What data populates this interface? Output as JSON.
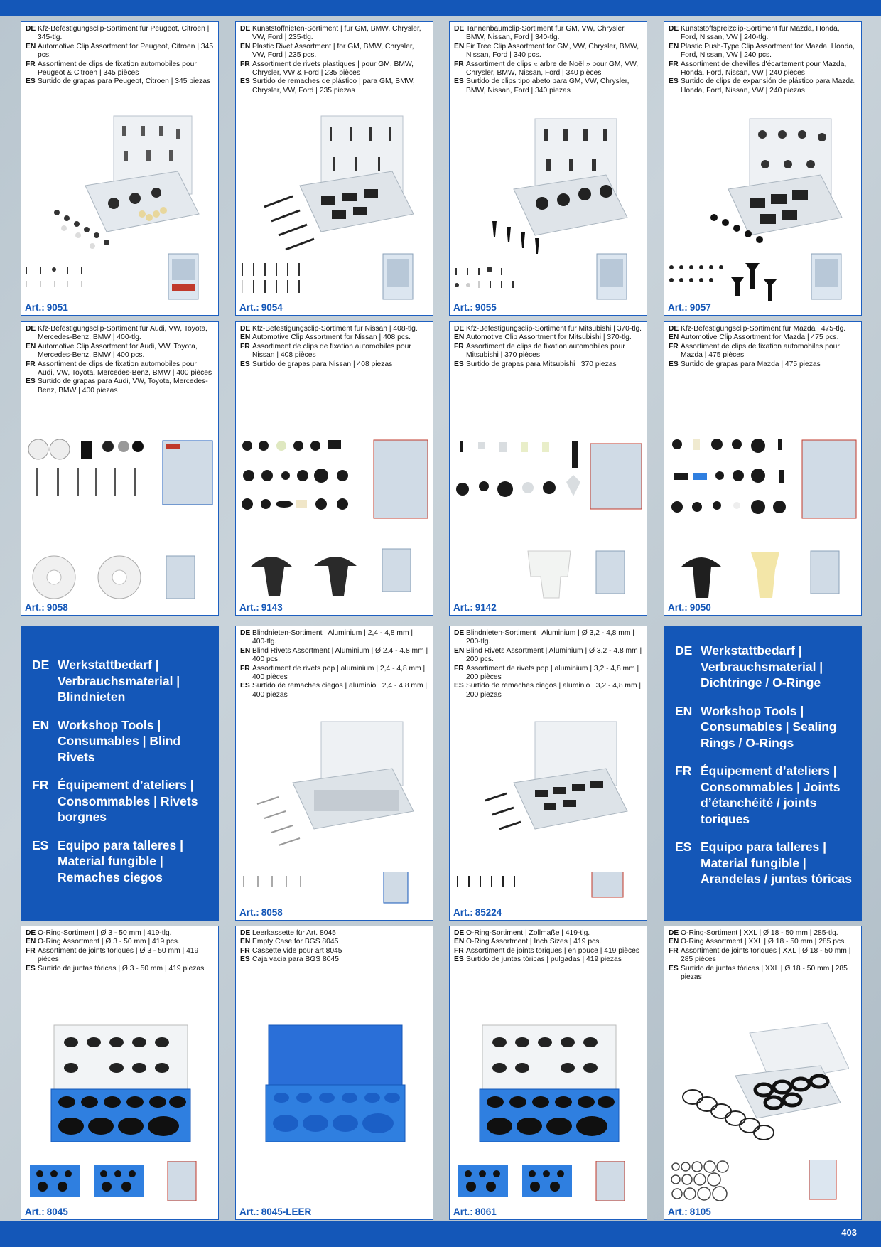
{
  "page_number": "403",
  "cards": [
    {
      "art_label": "Art.:",
      "art": "9051",
      "lines": [
        {
          "lang": "DE",
          "text": "Kfz-Befestigungsclip-Sortiment für Peugeot, Citroen | 345-tlg."
        },
        {
          "lang": "EN",
          "text": "Automotive Clip Assortment for Peugeot, Citroen | 345 pcs."
        },
        {
          "lang": "FR",
          "text": "Assortiment de clips de fixation automobiles pour Peugeot & Citroën | 345 pièces"
        },
        {
          "lang": "ES",
          "text": "Surtido de grapas para Peugeot, Citroen | 345 piezas"
        }
      ]
    },
    {
      "art_label": "Art.:",
      "art": "9054",
      "lines": [
        {
          "lang": "DE",
          "text": "Kunststoffnieten-Sortiment | für GM, BMW, Chrysler, VW, Ford | 235-tlg."
        },
        {
          "lang": "EN",
          "text": "Plastic Rivet Assortment | for GM, BMW, Chrysler, VW, Ford | 235 pcs."
        },
        {
          "lang": "FR",
          "text": "Assortiment de rivets plastiques | pour GM, BMW, Chrysler, VW & Ford | 235 pièces"
        },
        {
          "lang": "ES",
          "text": "Surtido de remaches de plástico | para GM, BMW, Chrysler, VW, Ford | 235 piezas"
        }
      ]
    },
    {
      "art_label": "Art.:",
      "art": "9055",
      "lines": [
        {
          "lang": "DE",
          "text": "Tannenbaumclip-Sortiment für GM, VW, Chrysler, BMW, Nissan, Ford | 340-tlg."
        },
        {
          "lang": "EN",
          "text": "Fir Tree Clip Assortment for GM, VW, Chrysler, BMW, Nissan, Ford | 340 pcs."
        },
        {
          "lang": "FR",
          "text": "Assortiment de clips « arbre de Noël » pour GM, VW, Chrysler, BMW, Nissan, Ford | 340 pièces"
        },
        {
          "lang": "ES",
          "text": "Surtido de clips tipo abeto para GM, VW, Chrysler, BMW, Nissan, Ford | 340 piezas"
        }
      ]
    },
    {
      "art_label": "Art.:",
      "art": "9057",
      "lines": [
        {
          "lang": "DE",
          "text": "Kunststoffspreizclip-Sortiment für Mazda, Honda, Ford, Nissan, VW | 240-tlg."
        },
        {
          "lang": "EN",
          "text": "Plastic Push-Type Clip Assortment for Mazda, Honda, Ford, Nissan, VW | 240 pcs."
        },
        {
          "lang": "FR",
          "text": "Assortiment de chevilles d'écartement pour Mazda, Honda, Ford, Nissan, VW | 240 pièces"
        },
        {
          "lang": "ES",
          "text": "Surtido de clips de expansión de plástico para Mazda, Honda, Ford, Nissan, VW | 240 piezas"
        }
      ]
    },
    {
      "art_label": "Art.:",
      "art": "9058",
      "lines": [
        {
          "lang": "DE",
          "text": "Kfz-Befestigungsclip-Sortiment für Audi, VW, Toyota, Mercedes-Benz, BMW | 400-tlg."
        },
        {
          "lang": "EN",
          "text": "Automotive Clip Assortment for Audi, VW, Toyota, Mercedes-Benz, BMW | 400 pcs."
        },
        {
          "lang": "FR",
          "text": "Assortiment de clips de fixation automobiles pour Audi, VW, Toyota, Mercedes-Benz, BMW | 400 pièces"
        },
        {
          "lang": "ES",
          "text": "Surtido de grapas para Audi, VW, Toyota, Mercedes-Benz, BMW | 400 piezas"
        }
      ]
    },
    {
      "art_label": "Art.:",
      "art": "9143",
      "lines": [
        {
          "lang": "DE",
          "text": "Kfz-Befestigungsclip-Sortiment für Nissan | 408-tlg."
        },
        {
          "lang": "EN",
          "text": "Automotive Clip Assortment for Nissan | 408 pcs."
        },
        {
          "lang": "FR",
          "text": "Assortiment de clips de fixation automobiles pour Nissan | 408 pièces"
        },
        {
          "lang": "ES",
          "text": "Surtido de grapas para Nissan | 408 piezas"
        }
      ]
    },
    {
      "art_label": "Art.:",
      "art": "9142",
      "lines": [
        {
          "lang": "DE",
          "text": "Kfz-Befestigungsclip-Sortiment für Mitsubishi | 370-tlg."
        },
        {
          "lang": "EN",
          "text": "Automotive Clip Assortment for Mitsubishi | 370-tlg."
        },
        {
          "lang": "FR",
          "text": "Assortiment de clips de fixation automobiles pour Mitsubishi | 370 pièces"
        },
        {
          "lang": "ES",
          "text": "Surtido de grapas para Mitsubishi | 370 piezas"
        }
      ]
    },
    {
      "art_label": "Art.:",
      "art": "9050",
      "lines": [
        {
          "lang": "DE",
          "text": "Kfz-Befestigungsclip-Sortiment für Mazda | 475-tlg."
        },
        {
          "lang": "EN",
          "text": "Automotive Clip Assortment for Mazda | 475 pcs."
        },
        {
          "lang": "FR",
          "text": "Assortiment de clips de fixation automobiles pour Mazda | 475 pièces"
        },
        {
          "lang": "ES",
          "text": "Surtido de grapas para Mazda | 475 piezas"
        }
      ]
    },
    {
      "art_label": "Art.:",
      "art": "8058",
      "lines": [
        {
          "lang": "DE",
          "text": "Blindnieten-Sortiment | Aluminium | 2,4 - 4,8 mm | 400-tlg."
        },
        {
          "lang": "EN",
          "text": "Blind Rivets Assortment | Aluminium | Ø 2.4 - 4.8 mm | 400 pcs."
        },
        {
          "lang": "FR",
          "text": "Assortiment de rivets pop | aluminium | 2,4 - 4,8 mm | 400 pièces"
        },
        {
          "lang": "ES",
          "text": "Surtido de remaches ciegos | aluminio | 2,4 - 4,8 mm | 400 piezas"
        }
      ]
    },
    {
      "art_label": "Art.:",
      "art": "85224",
      "lines": [
        {
          "lang": "DE",
          "text": "Blindnieten-Sortiment | Aluminium | Ø 3,2 - 4,8 mm | 200-tlg."
        },
        {
          "lang": "EN",
          "text": "Blind Rivets Assortment | Aluminium | Ø 3.2 - 4.8 mm | 200 pcs."
        },
        {
          "lang": "FR",
          "text": "Assortiment de rivets pop | aluminium | 3,2 - 4,8 mm | 200 pièces"
        },
        {
          "lang": "ES",
          "text": "Surtido de remaches ciegos | aluminio | 3,2 - 4,8 mm | 200 piezas"
        }
      ]
    },
    {
      "art_label": "Art.:",
      "art": "8045",
      "lines": [
        {
          "lang": "DE",
          "text": "O-Ring-Sortiment | Ø 3 - 50 mm | 419-tlg."
        },
        {
          "lang": "EN",
          "text": "O-Ring Assortment | Ø 3 - 50 mm | 419 pcs."
        },
        {
          "lang": "FR",
          "text": "Assortiment de joints toriques | Ø 3 - 50 mm | 419 pièces"
        },
        {
          "lang": "ES",
          "text": "Surtido de juntas tóricas | Ø 3 - 50 mm | 419 piezas"
        }
      ]
    },
    {
      "art_label": "Art.:",
      "art": "8045-LEER",
      "lines": [
        {
          "lang": "DE",
          "text": "Leerkassette für Art. 8045"
        },
        {
          "lang": "EN",
          "text": "Empty Case for BGS 8045"
        },
        {
          "lang": "FR",
          "text": "Cassette vide pour art 8045"
        },
        {
          "lang": "ES",
          "text": "Caja vacia para BGS 8045"
        }
      ]
    },
    {
      "art_label": "Art.:",
      "art": "8061",
      "lines": [
        {
          "lang": "DE",
          "text": "O-Ring-Sortiment | Zollmaße | 419-tlg."
        },
        {
          "lang": "EN",
          "text": "O-Ring Assortment | Inch Sizes | 419 pcs."
        },
        {
          "lang": "FR",
          "text": "Assortiment de joints toriques | en pouce | 419 pièces"
        },
        {
          "lang": "ES",
          "text": "Surtido de juntas tóricas | pulgadas | 419 piezas"
        }
      ]
    },
    {
      "art_label": "Art.:",
      "art": "8105",
      "lines": [
        {
          "lang": "DE",
          "text": "O-Ring-Sortiment | XXL | Ø 18 - 50 mm | 285-tlg."
        },
        {
          "lang": "EN",
          "text": "O-Ring Assortment | XXL | Ø 18 - 50 mm | 285 pcs."
        },
        {
          "lang": "FR",
          "text": "Assortiment de joints toriques | XXL | Ø 18 - 50 mm | 285 pièces"
        },
        {
          "lang": "ES",
          "text": "Surtido de juntas tóricas | XXL | Ø 18 - 50 mm | 285 piezas"
        }
      ]
    }
  ],
  "panels": [
    {
      "lines": [
        {
          "lang": "DE",
          "text": "Werkstattbedarf | Verbrauchsmaterial | Blindnieten"
        },
        {
          "lang": "EN",
          "text": "Workshop Tools | Consumables | Blind Rivets"
        },
        {
          "lang": "FR",
          "text": "Équipement d’ateliers | Consommables | Rivets borgnes"
        },
        {
          "lang": "ES",
          "text": "Equipo para talleres | Material fungible | Remaches ciegos"
        }
      ]
    },
    {
      "lines": [
        {
          "lang": "DE",
          "text": "Werkstattbedarf | Verbrauchsmaterial | Dichtringe / O-Ringe"
        },
        {
          "lang": "EN",
          "text": "Workshop Tools | Consumables | Sealing Rings / O-Rings"
        },
        {
          "lang": "FR",
          "text": "Équipement d’ateliers | Consommables | Joints d’étanchéité / joints toriques"
        },
        {
          "lang": "ES",
          "text": "Equipo para talleres | Material fungible | Arandelas / juntas tóricas"
        }
      ]
    }
  ]
}
